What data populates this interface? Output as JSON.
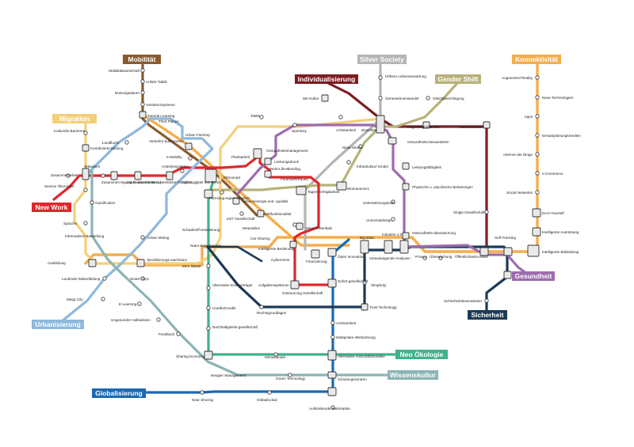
{
  "colors": {
    "Mobilität": "#8a5a2b",
    "Silver Society": "#b5b5b5",
    "Individualisierung": "#7d1d23",
    "Gender Shift": "#b7b27a",
    "Konnektivität": "#f5ad4b",
    "Migration": "#f3cf7a",
    "New Work": "#e1262c",
    "Urbanisierung": "#8fb8dc",
    "Globalisierung": "#1b69b3",
    "Wissenskultur": "#8ab5b3",
    "Neo Ökologie": "#3fb38a",
    "Sicherheit": "#1c3a57",
    "Gesundheit": "#9d6bae",
    "Konnektivität Inner": "#f0c24a",
    "Gesundheit Inner": "#a77bb6"
  },
  "badges": [
    {
      "label": "Mobilität",
      "color": "#8a5a2b"
    },
    {
      "label": "Silver Society",
      "color": "#b5b5b5"
    },
    {
      "label": "Individualisierung",
      "color": "#7d1d23"
    },
    {
      "label": "Gender Shift",
      "color": "#b7b27a"
    },
    {
      "label": "Konnektivität",
      "color": "#f5ad4b"
    },
    {
      "label": "Migration",
      "color": "#f3cf7a"
    },
    {
      "label": "New Work",
      "color": "#e1262c"
    },
    {
      "label": "Urbanisierung",
      "color": "#8fb8dc"
    },
    {
      "label": "Globalisierung",
      "color": "#1b69b3"
    },
    {
      "label": "Wissenskultur",
      "color": "#8ab5b3"
    },
    {
      "label": "Neo Ökologie",
      "color": "#3fb38a"
    },
    {
      "label": "Sicherheit",
      "color": "#1c3a57"
    },
    {
      "label": "Gesundheit",
      "color": "#9d6bae"
    }
  ],
  "stations": [
    "Mobilitätswirtschaft",
    "Anfahr-Taktik",
    "Nutzungsdauer",
    "Assistenzsysteme",
    "Tutorial Learning",
    "Third Places",
    "Urban Farming",
    "Verkehrs-aufkommen",
    "e-Mobility",
    "Antriebssysteme",
    "Landflucht",
    "Kulturelle Barrieren",
    "Koordinierte Bildung",
    "Zusammenarbeit",
    "Telearbeit",
    "Zusammen-legung Feuerwehren",
    "Urban Manufacturing",
    "Handwerkliche Fähigkeit",
    "Abhängigkeit von Strom",
    "Ethnomart",
    "Service Ökonomie",
    "Gamification",
    "Sprache",
    "Informations-darstellung",
    "Ausbildung",
    "Laufende Weiterbildung",
    "Smart Citys",
    "Mega City",
    "E-Learning",
    "Ungesunder Halbwissen",
    "Feedback",
    "Urban Mining",
    "Bevölkerungs-wachstum",
    "Schadstoff-reduzierung",
    "Fahrzeug-eigen-schaften",
    "Natur-katastrophen",
    "Zero Waste",
    "Alternative Energieträger",
    "Cradle2Cradle",
    "Nachhaltigkeits-gesellschaft",
    "Sharing Economy",
    "Neugier Management",
    "Green Technology",
    "Klimawandel",
    "Near Shoring",
    "Global/Lokal",
    "Aufstrebende Weltmärkte",
    "Schulungszentren",
    "Alternative Geschäftsmodelle",
    "Multipolare Weltordnung",
    "Achtsamkeit",
    "Taktik",
    "Sportivity",
    "Achtsamkeit",
    "Diversität",
    "Planbarkeit",
    "Gesundheitsmanagement",
    "Leistungsdruck",
    "Work-Life-Blending",
    "Feuerwehrfrauen",
    "Lebensenergie und -qualität",
    "24/7 Gesellschaft",
    "Multifunktionalität",
    "Wearables",
    "Car-Sharing",
    "Intelligente Bedienung",
    "Cybercrime",
    "Tages-verfügbarkeit",
    "Womanomics",
    "Silver Potentials",
    "Finanzierung",
    "Open Innovation",
    "Aufgabenspektrum",
    "Outsourcing Gesellschaft",
    "Sofort-gesellschaft",
    "Simplicity",
    "Trust Technology",
    "Rechtsgrundlagen",
    "Wir-Kultur",
    "Höhere Lebenserwartung",
    "Generationenwandel",
    "Gleichberechtigung",
    "Regenbogenfamilien",
    "Lebenswandel",
    "Gesundheits-bewusstsein",
    "Leistungsfähigkeit",
    "Neue Mütter",
    "Infrastruktur/ Kinder",
    "Unterstützungstools",
    "Physische u. psychische Belastungen",
    "Universaldesign",
    "Single-Gesellschaft",
    "Big Data",
    "Industrie 4.0",
    "Voraussagende Analysen",
    "Gesundheits-überwachung",
    "Privacy",
    "Überwachung",
    "Öffentlichkeits-arbeit",
    "Self-Tracking",
    "Intelligente Bekleidung",
    "Intelligente Ausrüstung",
    "Do-it-Yourself",
    "Social Networks",
    "e-Commerce",
    "Internet der Dinge",
    "Einsatzplanungsmedien",
    "Apps",
    "Neue Technologien",
    "Augmented Reality",
    "Sicherheitsbewusstsein"
  ]
}
